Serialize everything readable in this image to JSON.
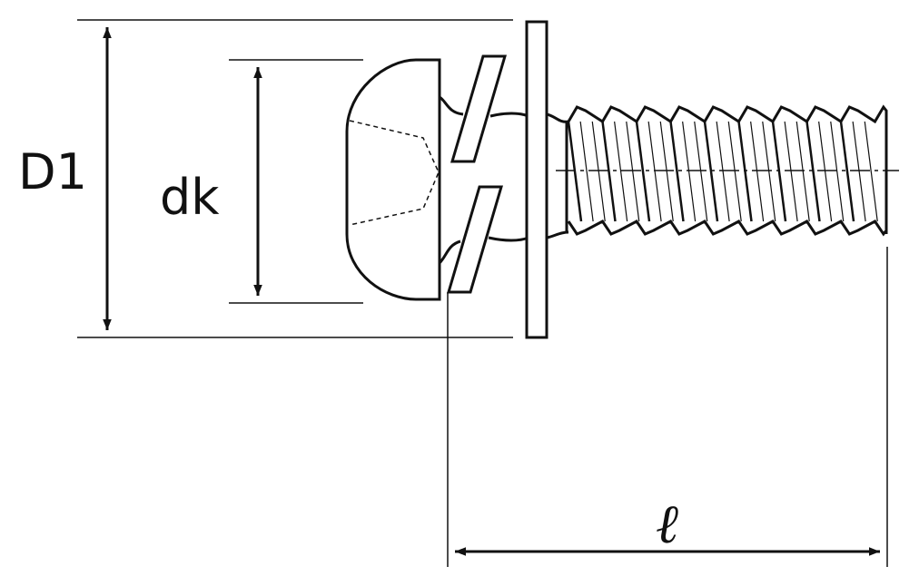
{
  "diagram": {
    "title": "",
    "dimensions": {
      "outer_diameter_label": "D1",
      "head_diameter_label": "dk",
      "length_label": "ℓ"
    },
    "colors": {
      "ink": "#111111",
      "background": "#ffffff"
    }
  }
}
